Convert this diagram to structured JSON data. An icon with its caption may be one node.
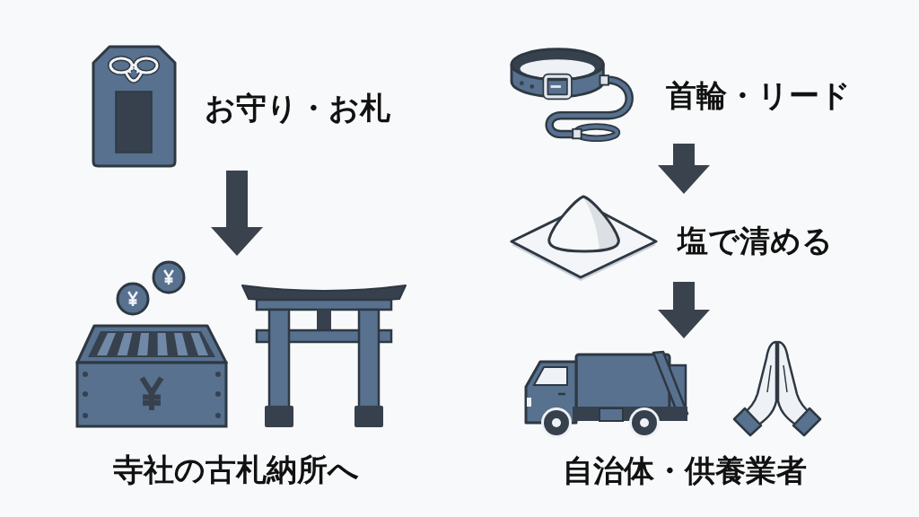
{
  "diagram": {
    "nodes": [
      {
        "text": [],
        "shape": "picture",
        "beside": [
          "お守り・お札"
        ]
      },
      {
        "text": [],
        "shape": "picture",
        "beside": [
          "寺社の古札納所へ"
        ]
      },
      {
        "text": [],
        "shape": "picture",
        "beside": [
          "首輪・リード"
        ]
      },
      {
        "text": [],
        "shape": "picture",
        "beside": [
          "塩で清める"
        ]
      },
      {
        "text": [],
        "shape": "picture",
        "beside": [
          "自治体・供養業者"
        ]
      }
    ],
    "edges": [
      {
        "from": 0,
        "to": 1,
        "arrow": "to"
      },
      {
        "from": 2,
        "to": 3,
        "arrow": "to"
      },
      {
        "from": 3,
        "to": 4,
        "arrow": "to"
      }
    ]
  }
}
